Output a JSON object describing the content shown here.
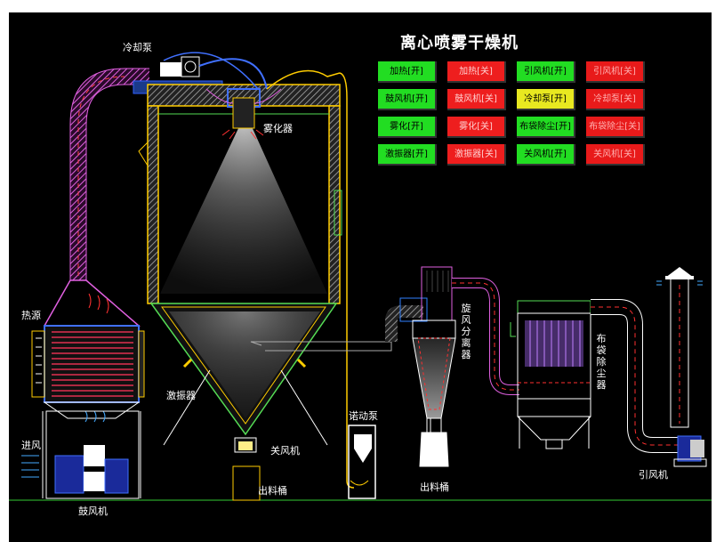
{
  "title": "离心喷雾干燥机",
  "buttons": [
    {
      "label": "加热[开]",
      "state": "on"
    },
    {
      "label": "加热[关]",
      "state": "off"
    },
    {
      "label": "引风机[开]",
      "state": "on"
    },
    {
      "label": "引风机[关]",
      "state": "off"
    },
    {
      "label": "鼓风机[开]",
      "state": "on"
    },
    {
      "label": "鼓风机[关]",
      "state": "off"
    },
    {
      "label": "冷却泵[开]",
      "state": "active"
    },
    {
      "label": "冷却泵[关]",
      "state": "off"
    },
    {
      "label": "雾化[开]",
      "state": "on"
    },
    {
      "label": "雾化[关]",
      "state": "off"
    },
    {
      "label": "布袋除尘[开]",
      "state": "on"
    },
    {
      "label": "布袋除尘[关]",
      "state": "off"
    },
    {
      "label": "激振器[开]",
      "state": "on"
    },
    {
      "label": "激振器[关]",
      "state": "off"
    },
    {
      "label": "关风机[开]",
      "state": "on"
    },
    {
      "label": "关风机[关]",
      "state": "off"
    }
  ],
  "labels": {
    "cooling_pump": "冷却泵",
    "atomizer": "雾化器",
    "heat_source": "热源",
    "air_inlet": "进风",
    "blower": "鼓风机",
    "vibrator": "激振器",
    "valve_fan": "关风机",
    "outlet_bucket1": "出料桶",
    "peristaltic_pump": "诺动泵",
    "cyclone": "旋风分离器",
    "outlet_bucket2": "出料桶",
    "bag_filter": "布袋除尘器",
    "induced_fan": "引风机"
  },
  "colors": {
    "on": "#22dd22",
    "off": "#ee1e1e",
    "active": "#e8e820",
    "background": "#000000"
  }
}
